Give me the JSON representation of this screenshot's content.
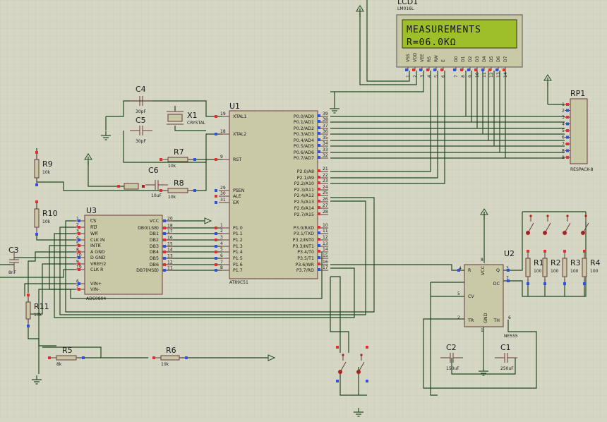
{
  "u1": {
    "ref": "U1",
    "part": "AT89C51",
    "left_pins": [
      {
        "n": "19",
        "l": "XTAL1"
      },
      {
        "n": "18",
        "l": "XTAL2"
      },
      {
        "n": "9",
        "l": "RST"
      },
      {
        "n": "29",
        "l": "PSEN"
      },
      {
        "n": "30",
        "l": "ALE"
      },
      {
        "n": "31",
        "l": "EA"
      },
      {
        "n": "1",
        "l": "P1.0"
      },
      {
        "n": "2",
        "l": "P1.1"
      },
      {
        "n": "3",
        "l": "P1.2"
      },
      {
        "n": "4",
        "l": "P1.3"
      },
      {
        "n": "5",
        "l": "P1.4"
      },
      {
        "n": "6",
        "l": "P1.5"
      },
      {
        "n": "7",
        "l": "P1.6"
      },
      {
        "n": "8",
        "l": "P1.7"
      }
    ],
    "right_pins": [
      {
        "n": "39",
        "l": "P0.0/AD0"
      },
      {
        "n": "38",
        "l": "P0.1/AD1"
      },
      {
        "n": "37",
        "l": "P0.2/AD2"
      },
      {
        "n": "36",
        "l": "P0.3/AD3"
      },
      {
        "n": "35",
        "l": "P0.4/AD4"
      },
      {
        "n": "34",
        "l": "P0.5/AD5"
      },
      {
        "n": "33",
        "l": "P0.6/AD6"
      },
      {
        "n": "32",
        "l": "P0.7/AD7"
      },
      {
        "n": "21",
        "l": "P2.0/A8"
      },
      {
        "n": "22",
        "l": "P2.1/A9"
      },
      {
        "n": "23",
        "l": "P2.2/A10"
      },
      {
        "n": "24",
        "l": "P2.3/A11"
      },
      {
        "n": "25",
        "l": "P2.4/A12"
      },
      {
        "n": "26",
        "l": "P2.5/A13"
      },
      {
        "n": "27",
        "l": "P2.6/A14"
      },
      {
        "n": "28",
        "l": "P2.7/A15"
      },
      {
        "n": "10",
        "l": "P3.0/RXD"
      },
      {
        "n": "11",
        "l": "P3.1/TXD"
      },
      {
        "n": "12",
        "l": "P3.2/INT0"
      },
      {
        "n": "13",
        "l": "P3.3/INT1"
      },
      {
        "n": "14",
        "l": "P3.4/T0"
      },
      {
        "n": "15",
        "l": "P3.5/T1"
      },
      {
        "n": "16",
        "l": "P3.6/WR"
      },
      {
        "n": "17",
        "l": "P3.7/RD"
      }
    ]
  },
  "u3": {
    "ref": "U3",
    "part": "ADC0804",
    "left_pins": [
      {
        "n": "1",
        "l": "CS"
      },
      {
        "n": "2",
        "l": "RD"
      },
      {
        "n": "3",
        "l": "WR"
      },
      {
        "n": "4",
        "l": "CLK IN"
      },
      {
        "n": "5",
        "l": "INTR"
      },
      {
        "n": "8",
        "l": "A GND"
      },
      {
        "n": "10",
        "l": "D GND"
      },
      {
        "n": "9",
        "l": "VREF/2"
      },
      {
        "n": "19",
        "l": "CLK R"
      },
      {
        "n": "6",
        "l": "VIN+"
      },
      {
        "n": "7",
        "l": "VIN-"
      }
    ],
    "right_pins": [
      {
        "n": "20",
        "l": "VCC"
      },
      {
        "n": "18",
        "l": "DB0(LSB)"
      },
      {
        "n": "17",
        "l": "DB1"
      },
      {
        "n": "16",
        "l": "DB2"
      },
      {
        "n": "15",
        "l": "DB3"
      },
      {
        "n": "14",
        "l": "DB4"
      },
      {
        "n": "13",
        "l": "DB5"
      },
      {
        "n": "12",
        "l": "DB6"
      },
      {
        "n": "11",
        "l": "DB7(MSB)"
      }
    ]
  },
  "u2": {
    "ref": "U2",
    "part": "NE555",
    "pins": [
      {
        "n": "4",
        "l": "R"
      },
      {
        "n": "8",
        "l": "VCC"
      },
      {
        "n": "3",
        "l": "Q"
      },
      {
        "n": "7",
        "l": "DC"
      },
      {
        "n": "5",
        "l": "CV"
      },
      {
        "n": "2",
        "l": "TR"
      },
      {
        "n": "1",
        "l": "GND"
      },
      {
        "n": "6",
        "l": "TH"
      }
    ]
  },
  "lcd": {
    "ref": "LCD1",
    "part": "LM016L",
    "line1": "MEASUREMENTS",
    "line2": "R=06.0KΩ",
    "pins": [
      {
        "n": "1",
        "l": "VSS"
      },
      {
        "n": "2",
        "l": "VDD"
      },
      {
        "n": "3",
        "l": "VEE"
      },
      {
        "n": "4",
        "l": "RS"
      },
      {
        "n": "5",
        "l": "RW"
      },
      {
        "n": "6",
        "l": "E"
      },
      {
        "n": "7",
        "l": "D0"
      },
      {
        "n": "8",
        "l": "D1"
      },
      {
        "n": "9",
        "l": "D2"
      },
      {
        "n": "10",
        "l": "D3"
      },
      {
        "n": "11",
        "l": "D4"
      },
      {
        "n": "12",
        "l": "D5"
      },
      {
        "n": "13",
        "l": "D6"
      },
      {
        "n": "14",
        "l": "D7"
      }
    ]
  },
  "rp1": {
    "ref": "RP1",
    "part": "RESPACK-8",
    "pins": [
      "1",
      "2",
      "3",
      "4",
      "5",
      "6",
      "7",
      "8",
      "9"
    ]
  },
  "parts": {
    "c4": {
      "ref": "C4",
      "val": "30pF"
    },
    "c5": {
      "ref": "C5",
      "val": "30pF"
    },
    "x1": {
      "ref": "X1",
      "val": "CRYSTAL"
    },
    "r7": {
      "ref": "R7",
      "val": "10k"
    },
    "c6": {
      "ref": "C6",
      "val": "10uF"
    },
    "r8": {
      "ref": "R8",
      "val": "10k"
    },
    "r9": {
      "ref": "R9",
      "val": "10k"
    },
    "r10": {
      "ref": "R10",
      "val": "10k"
    },
    "c3": {
      "ref": "C3",
      "val": "8nF"
    },
    "r11": {
      "ref": "R11",
      "val": "10k"
    },
    "r5": {
      "ref": "R5",
      "val": "8k"
    },
    "r6": {
      "ref": "R6",
      "val": "10k"
    },
    "c2": {
      "ref": "C2",
      "val": "150uF"
    },
    "c1": {
      "ref": "C1",
      "val": "250uF"
    },
    "r1": {
      "ref": "R1",
      "val": "100"
    },
    "r2": {
      "ref": "R2",
      "val": "100"
    },
    "r3": {
      "ref": "R3",
      "val": "100"
    },
    "r4": {
      "ref": "R4",
      "val": "100"
    }
  }
}
